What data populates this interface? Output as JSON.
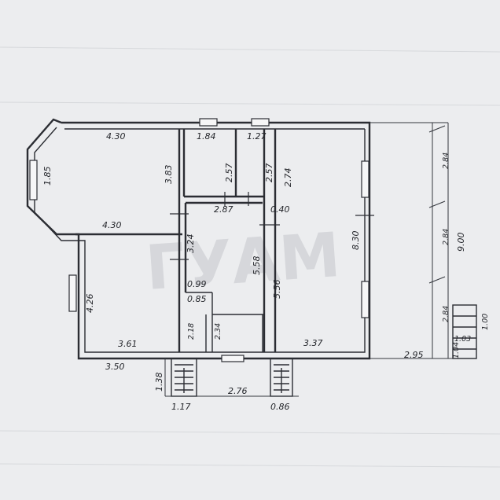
{
  "labels": {
    "room1_top": "4.30",
    "room1_bottom": "4.30",
    "room1_side": "3.83",
    "bay": "1.85",
    "closet1_top": "1.84",
    "closet1_side": "2.57",
    "closet2_top": "1.27",
    "closet2_side": "2.57",
    "big_room_side_top": "2.74",
    "big_room_height": "8.30",
    "big_room_bottom": "3.37",
    "hall_width": "2.87",
    "wall_gap": "0.40",
    "hall_side_left": "3.24",
    "hall_height": "5.58",
    "big_room_lower_side": "5.56",
    "room2_side": "4.26",
    "room2_bottom": "3.61",
    "small_top": "0.99",
    "small_w": "0.85",
    "small_h1": "2.18",
    "small_h2": "2.34",
    "total_left": "3.50",
    "porch_depth": "1.38",
    "porch_w1": "1.17",
    "porch_mid": "2.76",
    "porch_w2": "0.86",
    "ext_right": "2.95",
    "side_dim1": "2.84",
    "side_dim2": "2.84",
    "side_dim3": "2.84",
    "total_height": "9.00",
    "stair_w": "1.03",
    "stair_h": "1.00",
    "stair_small": "1.04",
    "watermark": "ГУАМ"
  }
}
